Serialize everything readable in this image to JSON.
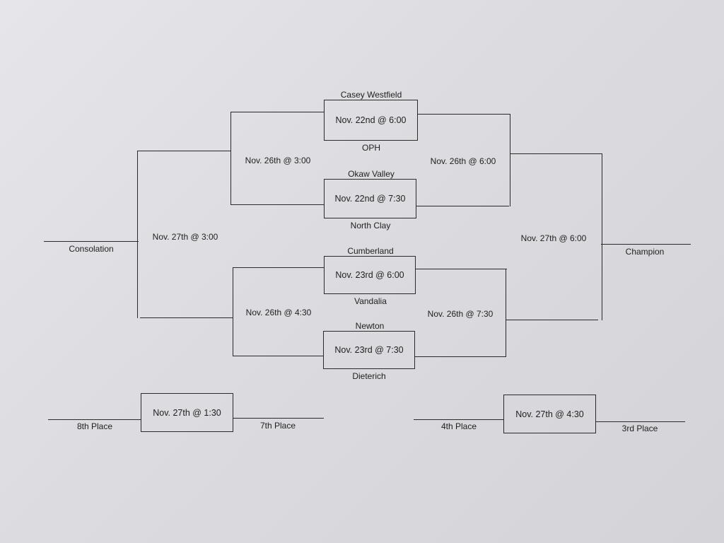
{
  "teams": {
    "casey_westfield": "Casey Westfield",
    "oph": "OPH",
    "okaw_valley": "Okaw Valley",
    "north_clay": "North Clay",
    "cumberland": "Cumberland",
    "vandalia": "Vandalia",
    "newton": "Newton",
    "dieterich": "Dieterich"
  },
  "games": {
    "nov22_600": "Nov. 22nd @ 6:00",
    "nov22_730": "Nov. 22nd @ 7:30",
    "nov23_600": "Nov. 23rd @ 6:00",
    "nov23_730": "Nov. 23rd @ 7:30",
    "nov26_300": "Nov. 26th @ 3:00",
    "nov26_430": "Nov. 26th @ 4:30",
    "nov26_600": "Nov. 26th @ 6:00",
    "nov26_730": "Nov. 26th @ 7:30",
    "nov27_300": "Nov. 27th @ 3:00",
    "nov27_600": "Nov. 27th @ 6:00",
    "nov27_130": "Nov. 27th @ 1:30",
    "nov27_430": "Nov. 27th @ 4:30"
  },
  "places": {
    "consolation": "Consolation",
    "champion": "Champion",
    "eighth": "8th Place",
    "seventh": "7th Place",
    "fourth": "4th Place",
    "third": "3rd Place"
  }
}
